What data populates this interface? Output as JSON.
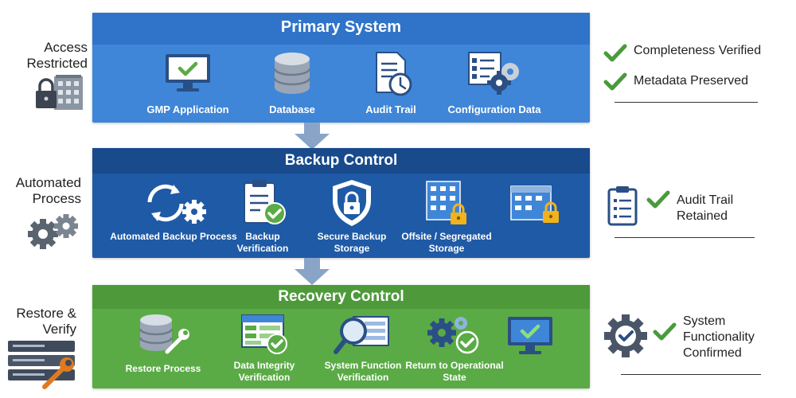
{
  "primary": {
    "title": "Primary System",
    "items": [
      "GMP Application",
      "Database",
      "Audit Trail",
      "Configuration Data"
    ]
  },
  "backup": {
    "title": "Backup Control",
    "items": [
      "Automated Backup Process",
      "Backup Verification",
      "Secure Backup Storage",
      "Offsite / Segregated Storage"
    ]
  },
  "recovery": {
    "title": "Recovery Control",
    "items": [
      "Restore Process",
      "Data Integrity Verification",
      "System Function Verification",
      "Return to Operational State"
    ]
  },
  "left": {
    "access": [
      "Access",
      "Restricted"
    ],
    "automated": [
      "Automated",
      "Process"
    ],
    "restore": [
      "Restore &",
      "Verify"
    ]
  },
  "right": {
    "completeness": "Completeness Verified",
    "metadata": "Metadata Preserved",
    "audit": [
      "Audit Trail",
      "Retained"
    ],
    "system": [
      "System",
      "Functionality",
      "Confirmed"
    ]
  },
  "colors": {
    "primary": "#3f86d8",
    "backup": "#1f5aa6",
    "recovery": "#5aab45",
    "check": "#4a9a3c",
    "arrow": "#8aa4c8"
  }
}
